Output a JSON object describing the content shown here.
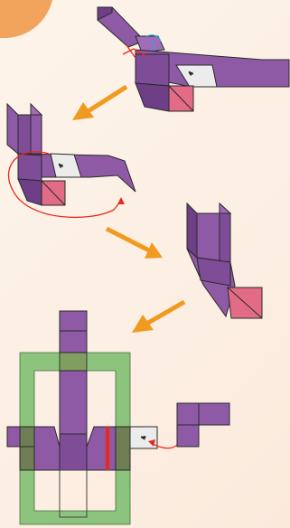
{
  "labels": {
    "strip_mark_1": "4",
    "strip_mark_2": "4",
    "strip_mark_3": "4"
  },
  "colors": {
    "purple": "#8e5aa6",
    "purple_dark": "#6e3f87",
    "pink": "#e26b86",
    "arrow_orange": "#f29a1f",
    "guide_red": "#e8291c",
    "guide_blue": "#2aa7dc",
    "frame_green": "#8cc47e",
    "light_strip": "#ececec",
    "accent_circle": "#f2a35c"
  },
  "icons": [
    "arrow-right-down",
    "arrow-left-down",
    "curved-fold-arrow",
    "rotation-arrow"
  ]
}
